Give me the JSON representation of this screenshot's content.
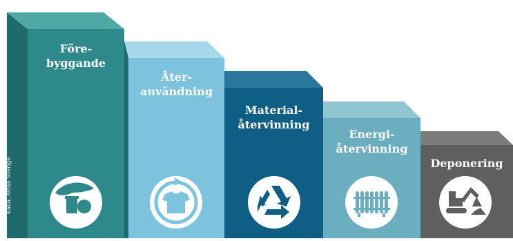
{
  "steps": [
    {
      "line1": "Före-",
      "line2": "byggande",
      "icon": "hand-with-trash-icon",
      "front": "#2e8a8a",
      "side": "#1f6a6c",
      "top": "#4fa8a6"
    },
    {
      "line1": "Åter-",
      "line2": "användning",
      "icon": "tshirt-reuse-icon",
      "front": "#7ec3de",
      "side": "#5aa7c5",
      "top": "#a6d8ec"
    },
    {
      "line1": "Material-",
      "line2": "återvinning",
      "icon": "recycle-icon",
      "front": "#0f5e86",
      "side": "#0a4a6a",
      "top": "#2b789d"
    },
    {
      "line1": "Energi-",
      "line2": "återvinning",
      "icon": "radiator-icon",
      "front": "#6aaebf",
      "side": "#4f93a4",
      "top": "#8fc6d2"
    },
    {
      "line1": "Deponering",
      "line2": "",
      "icon": "excavator-icon",
      "front": "#5f5f5f",
      "side": "#474747",
      "top": "#7c7c7c"
    }
  ],
  "source": "Källa: Avfall Sverige"
}
